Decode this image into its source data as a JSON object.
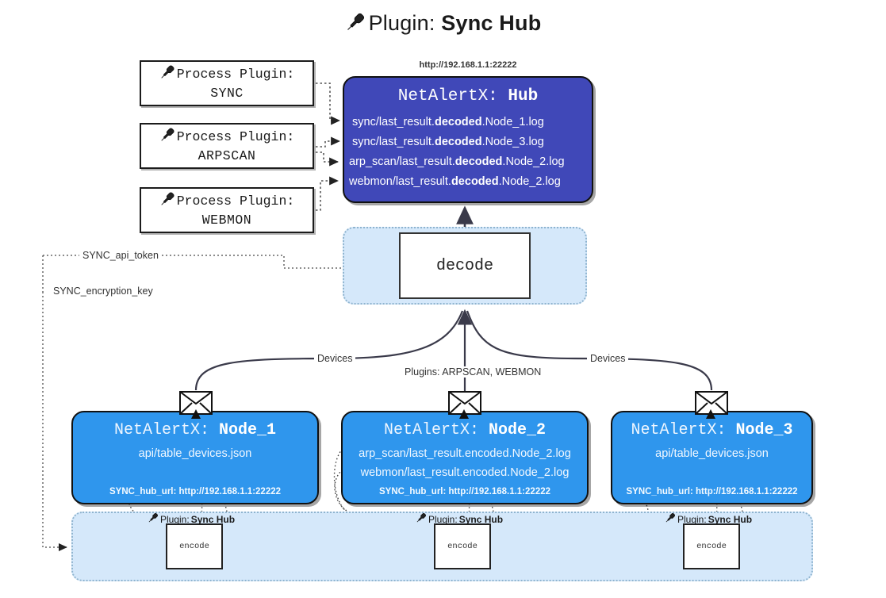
{
  "title": {
    "icon": "plug-icon",
    "prefix": "Plugin:",
    "name": "Sync Hub"
  },
  "process_plugins": [
    {
      "icon": "plug-icon",
      "line1": "Process Plugin:",
      "line2": "SYNC"
    },
    {
      "icon": "plug-icon",
      "line1": "Process Plugin:",
      "line2": "ARPSCAN"
    },
    {
      "icon": "plug-icon",
      "line1": "Process Plugin:",
      "line2": "WEBMON"
    }
  ],
  "hub": {
    "url": "http://192.168.1.1:22222",
    "title_prefix": "NetAlertX:",
    "title_name": "Hub",
    "logs": [
      {
        "pre": "sync/last_result.",
        "mid": "decoded",
        "post": ".Node_1.log"
      },
      {
        "pre": "sync/last_result.",
        "mid": "decoded",
        "post": ".Node_3.log"
      },
      {
        "pre": "arp_scan/last_result.",
        "mid": "decoded",
        "post": ".Node_2.log"
      },
      {
        "pre": "webmon/last_result.",
        "mid": "decoded",
        "post": ".Node_2.log"
      }
    ]
  },
  "decode": {
    "label": "decode"
  },
  "config_paths": [
    {
      "label": "SYNC_api_token"
    },
    {
      "label": "SYNC_encryption_key"
    }
  ],
  "edge_labels": {
    "left_devices": "Devices",
    "center_plugins": "Plugins: ARPSCAN, WEBMON",
    "right_devices": "Devices"
  },
  "nodes": [
    {
      "title_prefix": "NetAlertX:",
      "title_name": "Node_1",
      "lines": [
        "api/table_devices.json"
      ],
      "url_label": "SYNC_hub_url: http://192.168.1.1:22222",
      "envelope_icon": "envelope-icon"
    },
    {
      "title_prefix": "NetAlertX:",
      "title_name": "Node_2",
      "lines": [
        "arp_scan/last_result.encoded.Node_2.log",
        "webmon/last_result.encoded.Node_2.log"
      ],
      "url_label": "SYNC_hub_url: http://192.168.1.1:22222",
      "envelope_icon": "envelope-icon"
    },
    {
      "title_prefix": "NetAlertX:",
      "title_name": "Node_3",
      "lines": [
        "api/table_devices.json"
      ],
      "url_label": "SYNC_hub_url: http://192.168.1.1:22222",
      "envelope_icon": "envelope-icon"
    }
  ],
  "encoders": [
    {
      "plugin_prefix": "Plugin:",
      "plugin_name": "Sync Hub",
      "label": "encode",
      "icon": "plug-icon"
    },
    {
      "plugin_prefix": "Plugin:",
      "plugin_name": "Sync Hub",
      "label": "encode",
      "icon": "plug-icon"
    },
    {
      "plugin_prefix": "Plugin:",
      "plugin_name": "Sync Hub",
      "label": "encode",
      "icon": "plug-icon"
    }
  ],
  "colors": {
    "hub_fill": "#4048b8",
    "node_fill": "#2f96ed",
    "band_fill": "#d5e8fa",
    "band_border": "#8fb4cf",
    "stroke": "#111111"
  }
}
